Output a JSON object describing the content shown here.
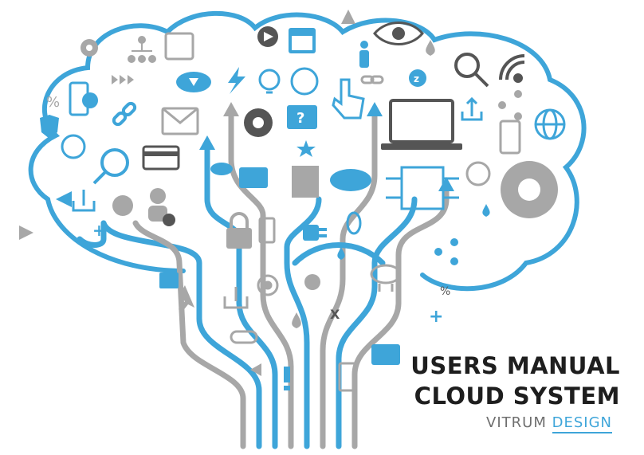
{
  "cover": {
    "title_line1": "USERS MANUAL",
    "title_line2": "CLOUD SYSTEM",
    "brand_part1": "VITRUM",
    "brand_part2": "DESIGN"
  },
  "colors": {
    "accent": "#3ea5d9",
    "grey": "#a7a7a7",
    "text": "#1e1e1e"
  },
  "icons": [
    "gear-icon",
    "hierarchy-icon",
    "calculator-icon",
    "arrow-circle-icon",
    "calendar-icon",
    "eye-icon",
    "drop-icon",
    "person-icon",
    "wifi-icon",
    "search-icon",
    "share-icon",
    "phone-icon",
    "globe-icon",
    "link-icon",
    "cloud-download-icon",
    "lightning-icon",
    "bulb-icon",
    "aperture-icon",
    "cursor-hand-icon",
    "percent-icon",
    "shield-icon",
    "email-icon",
    "help-chat-icon",
    "laptop-icon",
    "upload-icon",
    "tablet-icon",
    "globe-hands-icon",
    "credit-card-icon",
    "star-icon",
    "play-arrows-icon",
    "cloud-icon",
    "chart-icon",
    "chip-icon",
    "lock-icon",
    "plug-icon",
    "bluetooth-icon",
    "pie-chart-icon",
    "user-gear-icon",
    "cloud-network-icon",
    "download-icon",
    "unlock-icon",
    "target-icon",
    "keyboard-icon",
    "exclamation-icon"
  ]
}
